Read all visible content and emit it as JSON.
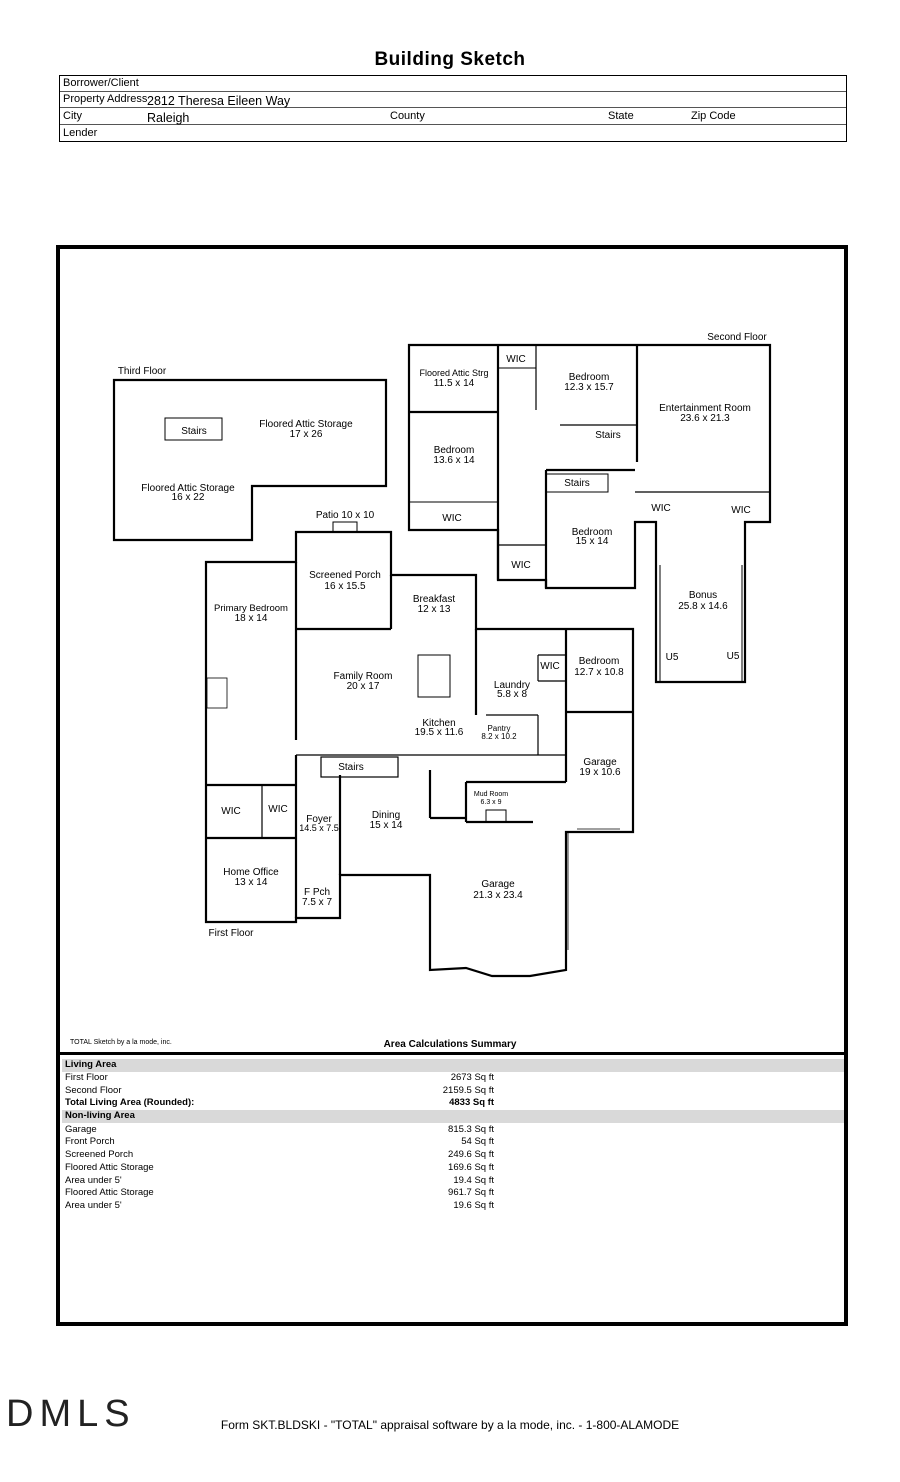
{
  "title": "Building Sketch",
  "info": {
    "borrower_label": "Borrower/Client",
    "address_label": "Property Address",
    "address_value": "2812 Theresa Eileen Way",
    "city_label": "City",
    "city_value": "Raleigh",
    "county_label": "County",
    "state_label": "State",
    "zip_label": "Zip Code",
    "lender_label": "Lender"
  },
  "plan": {
    "floor_labels": {
      "second": "Second Floor",
      "third": "Third Floor",
      "first": "First Floor"
    },
    "rooms": {
      "attic_strg": [
        "Floored Attic Strg",
        "11.5 x 14"
      ],
      "bed1": [
        "Bedroom",
        "12.3 x 15.7"
      ],
      "ent": [
        "Entertainment Room",
        "23.6 x 21.3"
      ],
      "bed2": [
        "Bedroom",
        "13.6 x 14"
      ],
      "bed3": [
        "Bedroom",
        "15 x 14"
      ],
      "bonus": [
        "Bonus",
        "25.8 x 14.6"
      ],
      "attic1": [
        "Floored Attic Storage",
        "17 x 26"
      ],
      "attic2": [
        "Floored Attic Storage",
        "16 x 22"
      ],
      "patio": [
        "Patio 10 x 10"
      ],
      "porch": [
        "Screened Porch",
        "16 x 15.5"
      ],
      "breakfast": [
        "Breakfast",
        "12 x 13"
      ],
      "primary": [
        "Primary Bedroom",
        "18 x 14"
      ],
      "family": [
        "Family Room",
        "20 x 17"
      ],
      "bed4": [
        "Bedroom",
        "12.7 x 10.8"
      ],
      "laundry": [
        "Laundry",
        "5.8 x 8"
      ],
      "kitchen": [
        "Kitchen",
        "19.5 x 11.6"
      ],
      "pantry": [
        "Pantry",
        "8.2 x 10.2"
      ],
      "garage1": [
        "Garage",
        "19 x 10.6"
      ],
      "mud": [
        "Mud Room",
        "6.3 x 9"
      ],
      "foyer": [
        "Foyer",
        "14.5 x 7.5"
      ],
      "dining": [
        "Dining",
        "15 x 14"
      ],
      "office": [
        "Home Office",
        "13 x 14"
      ],
      "fpch": [
        "F Pch",
        "7.5 x 7"
      ],
      "garage2": [
        "Garage",
        "21.3 x 23.4"
      ]
    },
    "small": {
      "wic": "WIC",
      "stairs": "Stairs",
      "u5": "U5"
    }
  },
  "summary": {
    "credit": "TOTAL Sketch by a la mode, inc.",
    "title": "Area Calculations Summary",
    "living_header": "Living Area",
    "living": [
      {
        "name": "First Floor",
        "value": "2673 Sq ft"
      },
      {
        "name": "Second Floor",
        "value": "2159.5 Sq ft"
      }
    ],
    "total": {
      "name": "Total Living Area (Rounded):",
      "value": "4833 Sq ft"
    },
    "nonliving_header": "Non-living Area",
    "nonliving": [
      {
        "name": "Garage",
        "value": "815.3 Sq ft"
      },
      {
        "name": "Front Porch",
        "value": "54 Sq ft"
      },
      {
        "name": "Screened Porch",
        "value": "249.6 Sq ft"
      },
      {
        "name": "Floored Attic Storage",
        "value": "169.6 Sq ft"
      },
      {
        "name": "Area under 5'",
        "value": "19.4 Sq ft"
      },
      {
        "name": "Floored Attic Storage",
        "value": "961.7 Sq ft"
      },
      {
        "name": "Area under 5'",
        "value": "19.6 Sq ft"
      }
    ]
  },
  "footer": "Form SKT.BLDSKI - \"TOTAL\" appraisal software by a la mode, inc. - 1-800-ALAMODE",
  "watermark": "DMLS"
}
